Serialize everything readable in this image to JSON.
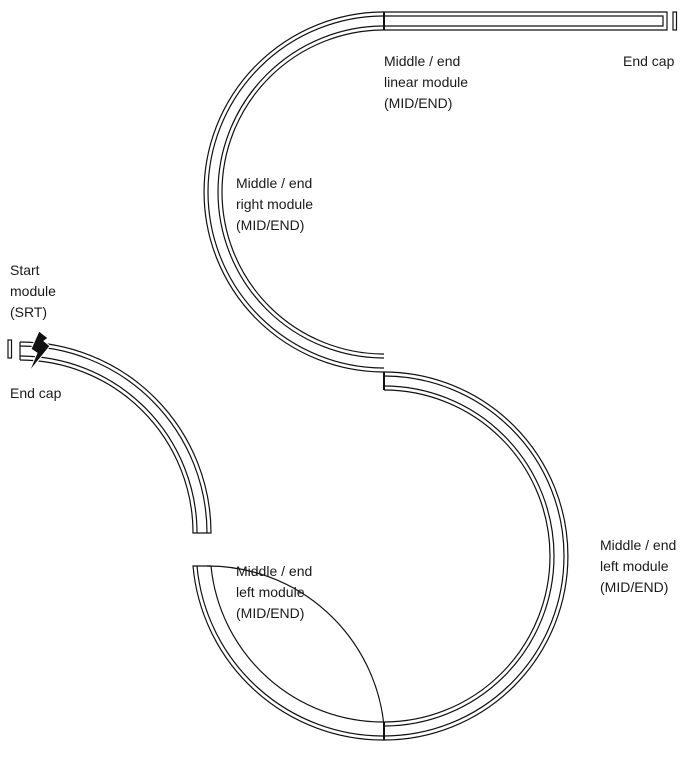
{
  "diagram": {
    "colors": {
      "stroke": "#111111",
      "background": "#ffffff",
      "label": "#1a1a1a"
    },
    "icons": {
      "power": "lightning-bolt-icon"
    },
    "labels": {
      "start": {
        "line1": "Start",
        "line2": "module",
        "line3": "(SRT)"
      },
      "end_cap_left": "End cap",
      "end_cap_right": "End cap",
      "linear": {
        "line1": "Middle / end",
        "line2": "linear module",
        "line3": "(MID/END)"
      },
      "right": {
        "line1": "Middle / end",
        "line2": "right module",
        "line3": "(MID/END)"
      },
      "left_bottom": {
        "line1": "Middle / end",
        "line2": "left module",
        "line3": "(MID/END)"
      },
      "left_side": {
        "line1": "Middle / end",
        "line2": "left module",
        "line3": "(MID/END)"
      }
    }
  }
}
